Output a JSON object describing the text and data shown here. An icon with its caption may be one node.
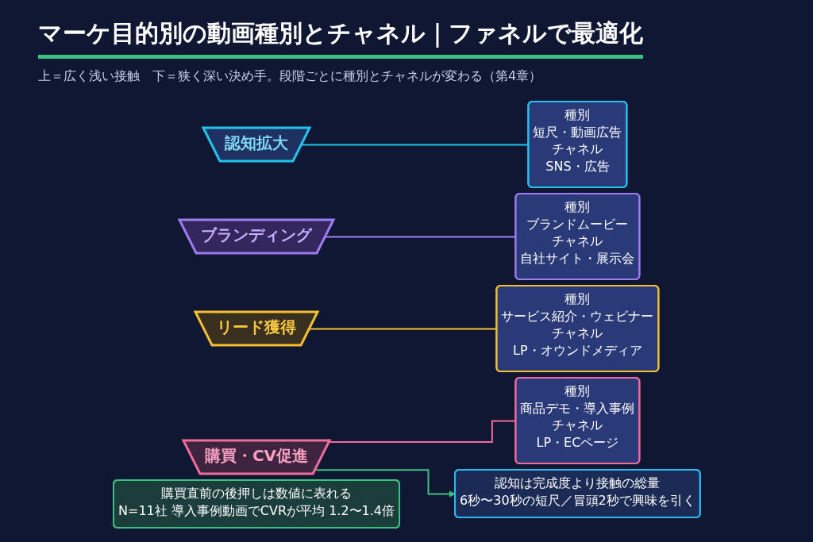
{
  "diagram": {
    "title": "マーケ目的別の動画種別とチャネル｜ファネルで最適化",
    "nodes": [
      {
        "text": [
          "認知拡大"
        ]
      },
      {
        "text": [
          "種別",
          "短尺・動画広告",
          "チャネル",
          "SNS・広告"
        ]
      },
      {
        "text": [
          "ブランディング"
        ]
      },
      {
        "text": [
          "種別",
          "ブランドムービー",
          "チャネル",
          "自社サイト・展示会"
        ]
      },
      {
        "text": [
          "リード獲得"
        ]
      },
      {
        "text": [
          "種別",
          "サービス紹介・ウェビナー",
          "チャネル",
          "LP・オウンドメディア"
        ]
      },
      {
        "text": [
          "購買・CV促進"
        ]
      },
      {
        "text": [
          "種別",
          "商品デモ・導入事例",
          "チャネル",
          "LP・ECページ"
        ]
      },
      {
        "text": [
          "認知は完成度より接触の総量",
          "6秒〜30秒の短尺／冒頭2秒で興味を引く"
        ]
      },
      {
        "text": [
          "購買直前の後押しは数値に表れる",
          "N=11社 導入事例動画でCVRが平均 1.2〜1.4倍"
        ]
      }
    ],
    "edges": [
      {
        "from": 0,
        "to": 1,
        "arrow": "none",
        "color": "#22c4ee"
      },
      {
        "from": 2,
        "to": 3,
        "arrow": "none",
        "color": "#a07af0"
      },
      {
        "from": 4,
        "to": 5,
        "arrow": "none",
        "color": "#f5c030"
      },
      {
        "from": 6,
        "to": 7,
        "arrow": "none",
        "color": "#f06a9a"
      },
      {
        "from": 6,
        "to": 8,
        "arrow": "to",
        "color": "#3cc080"
      }
    ],
    "labels": [
      "上＝広く浅い接触　下＝狭く深い決め手。段階ごとに種別とチャネルが変わる（第4章）"
    ]
  }
}
